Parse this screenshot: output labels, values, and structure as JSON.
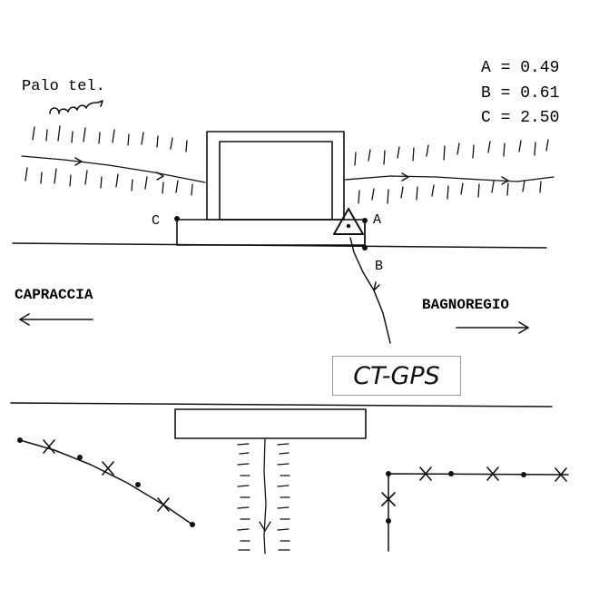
{
  "labels": {
    "pole": "Palo tel.",
    "measure_a": "A = 0.49",
    "measure_b": "B = 0.61",
    "measure_c": "C = 2.50",
    "point_a": "A",
    "point_b": "B",
    "point_c": "C",
    "left_direction": "CAPRACCIA",
    "right_direction": "BAGNOREGIO",
    "station": "CT-GPS"
  }
}
